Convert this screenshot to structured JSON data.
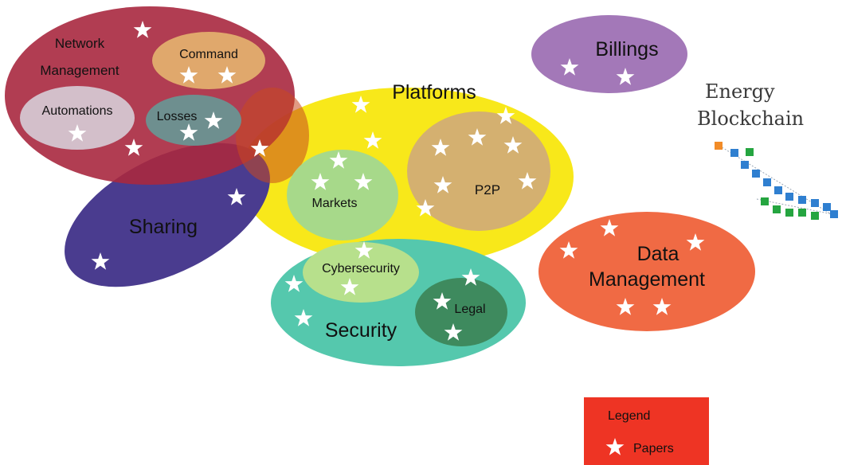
{
  "groups": {
    "network_management": {
      "label_line1": "Network",
      "label_line2": "Management",
      "color": "#a8283f"
    },
    "command": {
      "label": "Command",
      "color": "#e0a86c"
    },
    "automations": {
      "label": "Automations",
      "color": "#d3bfca"
    },
    "losses": {
      "label": "Losses",
      "color": "#6e8f8f"
    },
    "platforms": {
      "label": "Platforms",
      "color": "#f8e81a"
    },
    "markets": {
      "label": "Markets",
      "color": "#a7d98a"
    },
    "p2p": {
      "label": "P2P",
      "color": "#d4b070"
    },
    "sharing": {
      "label": "Sharing",
      "color": "#4a3c8f"
    },
    "security": {
      "label": "Security",
      "color": "#55c8ad"
    },
    "cybersecurity": {
      "label": "Cybersecurity",
      "color": "#b7e08c"
    },
    "legal": {
      "label": "Legal",
      "color": "#3e8a5e"
    },
    "billings": {
      "label": "Billings",
      "color": "#a378b8"
    },
    "data_management": {
      "label_line1": "Data",
      "label_line2": "Management",
      "color": "#f06a44"
    }
  },
  "logo": {
    "line1": "Energy",
    "line2": "Blockchain"
  },
  "legend": {
    "title": "Legend",
    "item": "Papers",
    "color": "#ee3424"
  }
}
